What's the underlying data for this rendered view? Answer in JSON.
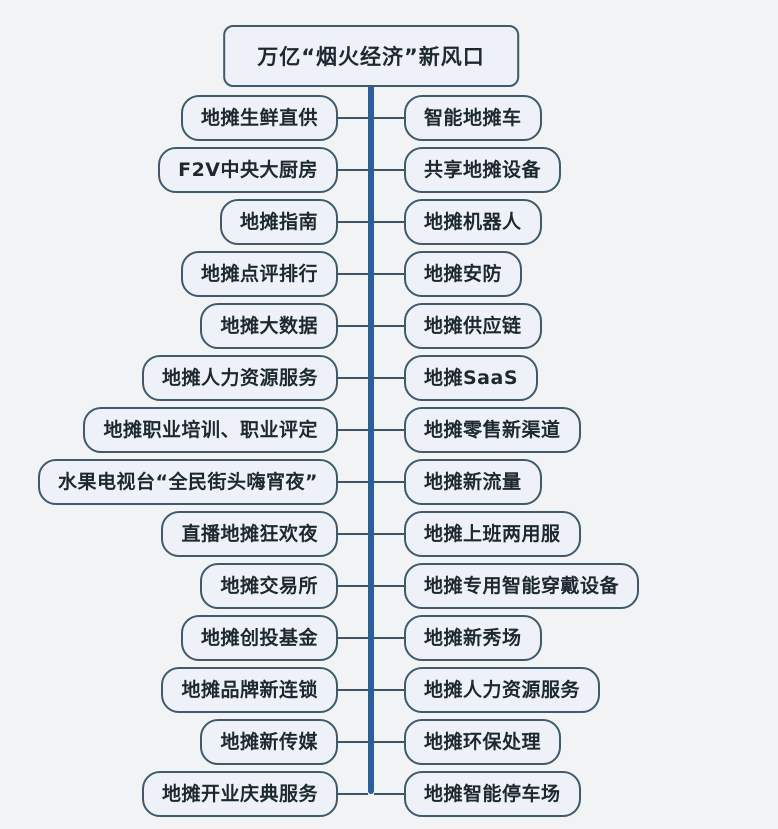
{
  "title": "万亿“烟火经济”新风口",
  "colors": {
    "bg": "#f2f3f5",
    "node_fill": "#eef2f8",
    "node_border": "#3e5a6b",
    "text": "#1d2830",
    "spine": "#2c5f99",
    "connector": "#3e5664"
  },
  "rows": [
    {
      "left": "地摊生鲜直供",
      "right": "智能地摊车"
    },
    {
      "left": "F2V中央大厨房",
      "right": "共享地摊设备"
    },
    {
      "left": "地摊指南",
      "right": "地摊机器人"
    },
    {
      "left": "地摊点评排行",
      "right": "地摊安防"
    },
    {
      "left": "地摊大数据",
      "right": "地摊供应链"
    },
    {
      "left": "地摊人力资源服务",
      "right": "地摊SaaS"
    },
    {
      "left": "地摊职业培训、职业评定",
      "right": "地摊零售新渠道"
    },
    {
      "left": "水果电视台“全民街头嗨宵夜”",
      "right": "地摊新流量"
    },
    {
      "left": "直播地摊狂欢夜",
      "right": "地摊上班两用服"
    },
    {
      "left": "地摊交易所",
      "right": "地摊专用智能穿戴设备"
    },
    {
      "left": "地摊创投基金",
      "right": "地摊新秀场"
    },
    {
      "left": "地摊品牌新连锁",
      "right": "地摊人力资源服务"
    },
    {
      "left": "地摊新传媒",
      "right": "地摊环保处理"
    },
    {
      "left": "地摊开业庆典服务",
      "right": "地摊智能停车场"
    }
  ]
}
